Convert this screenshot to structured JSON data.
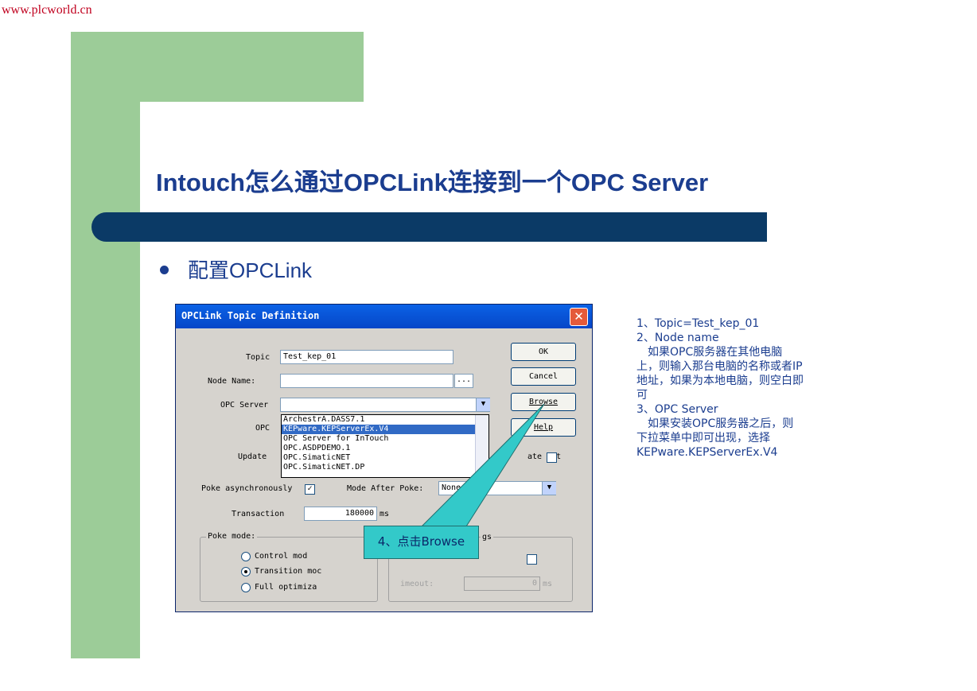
{
  "watermark": "www.plcworld.cn",
  "slide": {
    "title": "Intouch怎么通过OPCLink连接到一个OPC Server",
    "bullet": "配置OPCLink"
  },
  "dialog": {
    "title": "OPCLink Topic Definition",
    "close_label": "✕",
    "topic_label": "Topic",
    "topic_value": "Test_kep_01",
    "node_label": "Node Name:",
    "node_value": "",
    "node_browse": "...",
    "opc_server_label": "OPC Server",
    "opc_server_value": "",
    "opc_path_label": "OPC",
    "update_label": "Update",
    "validate_label": "ate int",
    "list_items": [
      "ArchestrA.DASS7.1",
      "KEPware.KEPServerEx.V4",
      "OPC Server for InTouch",
      "OPC.ASDPDEMO.1",
      "OPC.SimaticNET",
      "OPC.SimaticNET.DP"
    ],
    "poke_async_label": "Poke asynchronously",
    "mode_after_poke_label": "Mode After Poke:",
    "mode_after_poke_value": "None",
    "transaction_label": "Transaction",
    "transaction_value": "180000",
    "transaction_unit": "ms",
    "poke_mode_label": "Poke mode:",
    "radio_control": "Control mod",
    "radio_transition": "Transition moc",
    "radio_full": "Full optimiza",
    "group2_label_tail": "gs",
    "timeout_label": "imeout:",
    "timeout_value": "0",
    "timeout_unit": "ms",
    "buttons": {
      "ok": "OK",
      "cancel": "Cancel",
      "browse": "Browse",
      "help": "Help"
    }
  },
  "callout": {
    "text": "4、点击Browse"
  },
  "notes": {
    "line1": "1、Topic=Test_kep_01",
    "line2": "2、Node name",
    "line3": "　如果OPC服务器在其他电脑上，则输入那台电脑的名称或者IP地址，如果为本地电脑，则空白即可",
    "line4": "3、OPC Server",
    "line5": "　如果安装OPC服务器之后，则下拉菜单中即可出现，选择KEPware.KEPServerEx.V4"
  },
  "colors": {
    "accent_green": "#9ccc98",
    "title_blue": "#1b3d8f",
    "bar_navy": "#0b3a66",
    "callout_cyan": "#33c9c9",
    "watermark_red": "#c0001e"
  }
}
